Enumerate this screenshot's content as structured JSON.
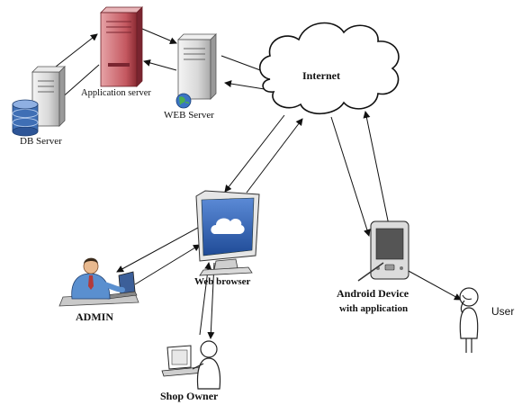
{
  "nodes": {
    "app_server": {
      "label": "Application server",
      "icon": "app-server-icon"
    },
    "db_server": {
      "label": "DB Server",
      "icon": "database-icon"
    },
    "web_server": {
      "label": "WEB Server",
      "icon": "web-server-icon"
    },
    "internet": {
      "label": "Internet",
      "icon": "cloud-icon"
    },
    "web_browser": {
      "label": "Web browser",
      "icon": "monitor-icon"
    },
    "admin": {
      "label": "ADMIN",
      "icon": "admin-person-icon"
    },
    "shop_owner": {
      "label": "Shop Owner",
      "icon": "shop-owner-icon"
    },
    "android_device": {
      "label_line1": "Android Device",
      "label_line2": "with application",
      "icon": "android-device-icon"
    },
    "user": {
      "label": "User",
      "icon": "user-icon"
    }
  },
  "colors": {
    "app_server": "#b5414a",
    "db_cylinder": "#3f6fb5",
    "browser_screen": "#2f5fb0",
    "admin_shirt": "#5a8fcf"
  }
}
